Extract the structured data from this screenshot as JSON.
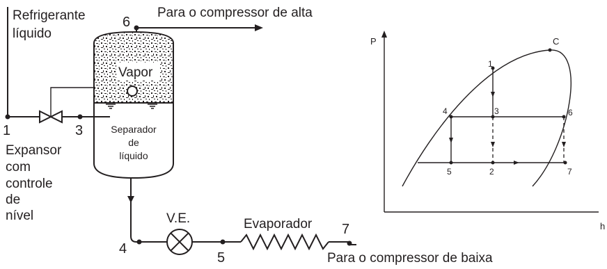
{
  "system": {
    "labels": {
      "refrigerant_line1": "Refrigerante",
      "refrigerant_line2": "líquido",
      "to_high_compressor": "Para o compressor de alta",
      "vapor": "Vapor",
      "separator_line1": "Separador",
      "separator_line2": "de",
      "separator_line3": "líquido",
      "expansor_line1": "Expansor",
      "expansor_line2": "com",
      "expansor_line3": "controle",
      "expansor_line4": "de",
      "expansor_line5": "nível",
      "expansion_valve": "V.E.",
      "evaporator": "Evaporador",
      "to_low_compressor": "Para o compressor de baixa"
    },
    "points": {
      "p1": "1",
      "p3": "3",
      "p4": "4",
      "p5": "5",
      "p6": "6",
      "p7": "7"
    }
  },
  "ph_diagram": {
    "y_axis_label": "P",
    "x_axis_label": "h",
    "critical_point_label": "C",
    "points": {
      "p1": "1",
      "p2": "2",
      "p3": "3",
      "p4": "4",
      "p5": "5",
      "p6": "6",
      "p7": "7"
    }
  }
}
